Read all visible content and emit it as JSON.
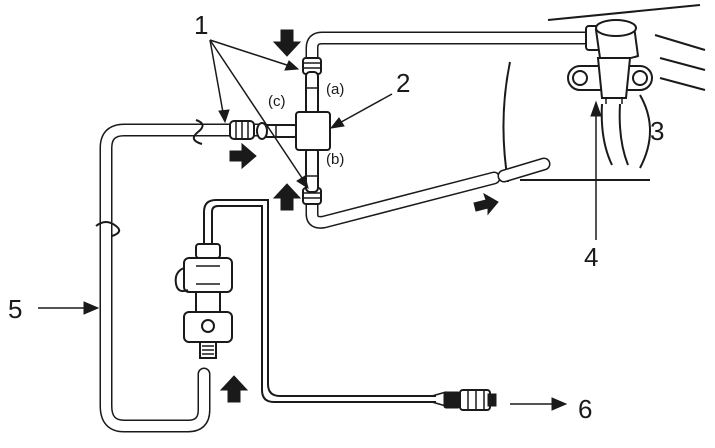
{
  "callouts": {
    "c1": "1",
    "c2": "2",
    "c3": "3",
    "c4": "4",
    "c5": "5",
    "c6": "6"
  },
  "ports": {
    "a": "(a)",
    "b": "(b)",
    "c": "(c)"
  },
  "colors": {
    "ink": "#1a1a1a",
    "paper": "#ffffff"
  }
}
